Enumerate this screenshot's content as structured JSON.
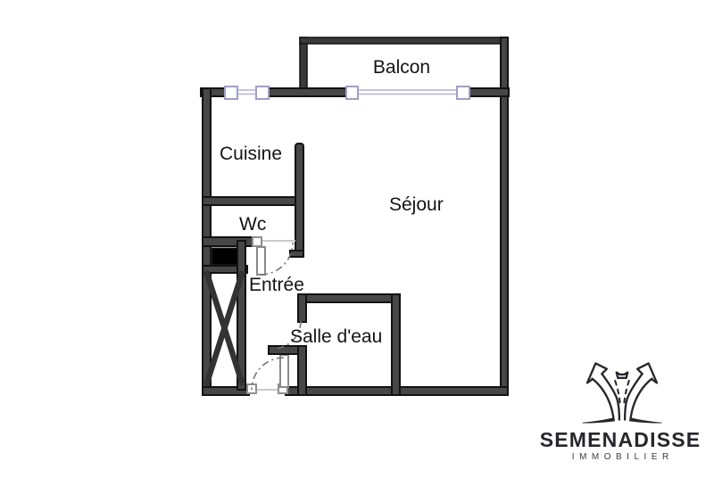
{
  "floorplan": {
    "rooms": {
      "balcon": "Balcon",
      "cuisine": "Cuisine",
      "wc": "Wc",
      "sejour": "Séjour",
      "entree": "Entrée",
      "salle_deau": "Salle d'eau"
    }
  },
  "logo": {
    "name": "SEMENADISSE",
    "tagline": "IMMOBILIER"
  },
  "colors": {
    "wall_fill": "#474747",
    "wall_edge": "#121212",
    "thin_wall": "#3a3a3a",
    "window_line": "#b7b7dc",
    "window_edge": "#9f9fc9",
    "door_edge": "#8a8a8a",
    "threshold": "#c9c9c9",
    "arc": "#757575",
    "shaft": "#000000",
    "label": "#141414",
    "logo": "#26262c",
    "bg": "#ffffff"
  }
}
